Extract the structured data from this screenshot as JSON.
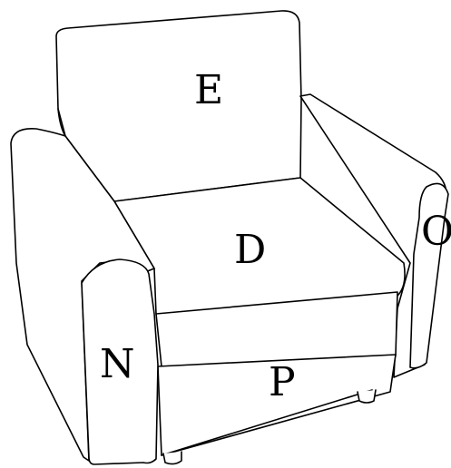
{
  "labels": {
    "E": "E",
    "D": "D",
    "O": "O",
    "N": "N",
    "P": "P"
  },
  "colors": {
    "stroke": "#000000",
    "background": "#ffffff"
  }
}
